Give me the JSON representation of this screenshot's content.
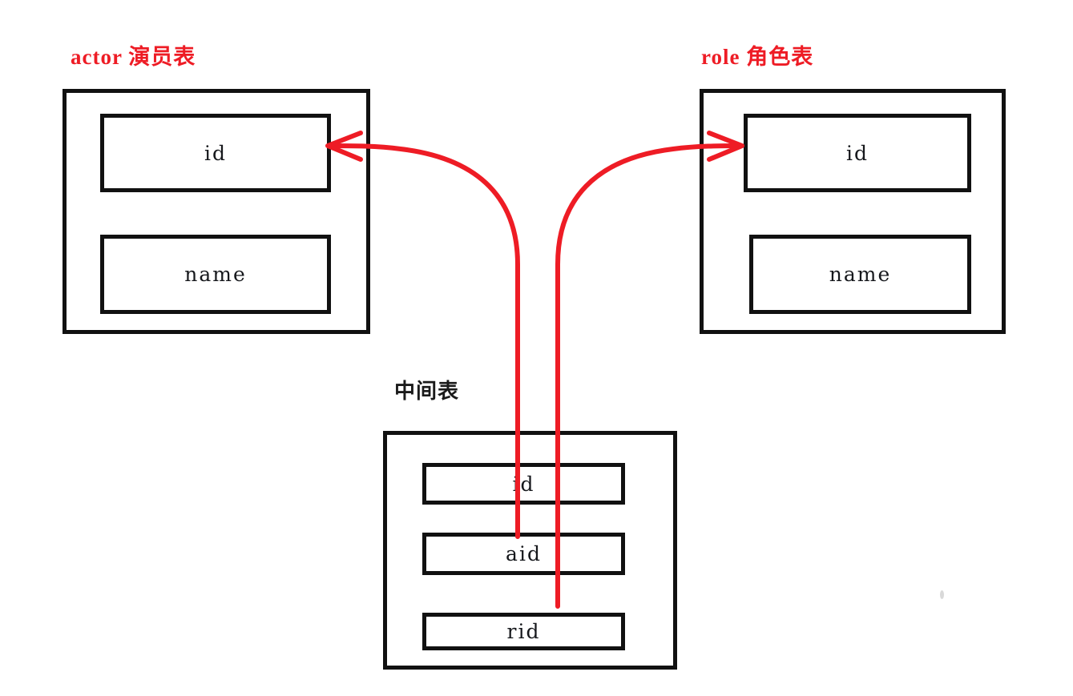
{
  "diagram": {
    "title_actor": "actor 演员表",
    "title_role": "role 角色表",
    "title_middle": "中间表",
    "accent_color": "#ee1c25",
    "box_color": "#111111",
    "text_color": "#16181c"
  },
  "actor_table": {
    "title": "actor 演员表",
    "fields": [
      {
        "label": "id"
      },
      {
        "label": "name"
      }
    ]
  },
  "role_table": {
    "title": "role 角色表",
    "fields": [
      {
        "label": "id"
      },
      {
        "label": "name"
      }
    ]
  },
  "middle_table": {
    "title": "中间表",
    "fields": [
      {
        "label": "id"
      },
      {
        "label": "aid"
      },
      {
        "label": "rid"
      }
    ]
  },
  "relations": [
    {
      "name": "aid-to-actor-id",
      "from": "middle_table.aid",
      "to": "actor_table.id",
      "color": "#ee1c25",
      "direction": "to-actor"
    },
    {
      "name": "rid-to-role-id",
      "from": "middle_table.rid",
      "to": "role_table.id",
      "color": "#ee1c25",
      "direction": "to-role"
    }
  ]
}
